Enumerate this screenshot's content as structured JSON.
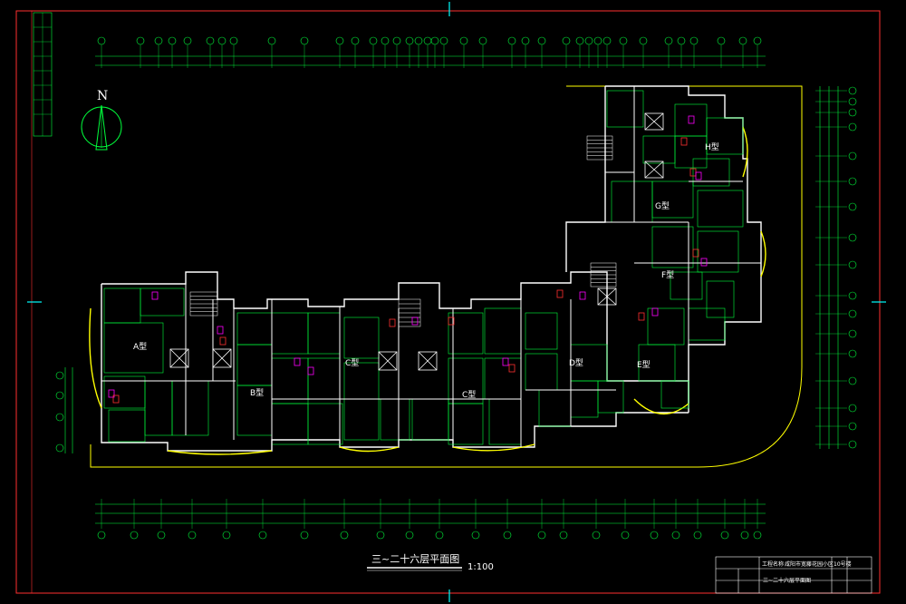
{
  "drawing": {
    "title": "三~二十六层平面图",
    "scale": "1:100",
    "north_label": "N"
  },
  "title_block": {
    "project_label": "工程名称",
    "project_name": "咸阳市宽藤花园小区10号楼",
    "sheet_title": "三~二十六层平面图"
  },
  "units": [
    {
      "label": "A型"
    },
    {
      "label": "B型"
    },
    {
      "label": "C型"
    },
    {
      "label": "C型"
    },
    {
      "label": "D型"
    },
    {
      "label": "E型"
    },
    {
      "label": "F型"
    },
    {
      "label": "G型"
    },
    {
      "label": "H型"
    }
  ],
  "colors": {
    "frame": "#ff3030",
    "walls": "#ffffff",
    "rooms": "#00ff3c",
    "outline": "#ffff00",
    "accent": "#ff00ff",
    "grid": "#00ffff"
  }
}
